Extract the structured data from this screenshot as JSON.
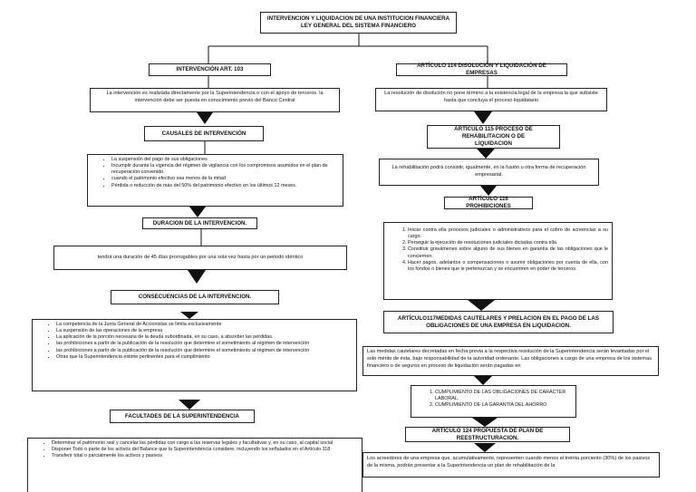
{
  "title": {
    "line1": "INTERVENCION Y LIQUIDACION DE UNA INSTITUCION FINANCIERA",
    "line2": "LEY GENERAL DEL SISTEMA FINANCIERO"
  },
  "left": {
    "h1": "INTERVENCIÓN ART. 103",
    "t1": "La intervención es realizada directamente por la Superintendencia o con el apoyo de terceros. la intervención debe ser puesta en conocimiento previo del Banco Central",
    "h2": "CAUSALES DE INTERVENCIÓN",
    "causales": [
      "La suspensión del pago de sus obligaciones",
      "Incumplir durante la vigencia del régimen de vigilancia con los compromisos asumidos en el plan de recuperación convenido.",
      "cuando el patrimonio efectivo sea menos de la mitad",
      "Pérdida o reducción de más del 50% del patrimonio efectivo en los últimos 12 meses."
    ],
    "h3": "DURACION DE LA INTERVENCION.",
    "t3": "tendrá una duración de 45 días prorrogables por una sola vez hasta por un periodo idéntico",
    "h4": "CONSECUENCIAS DE LA INTERVENCION.",
    "consecuencias": [
      "La competencia de la Junta General de Accionistas se limita exclusivamente",
      "La suspensión de las operaciones de la empresa",
      "La aplicación de la porción necesaria de la deuda subordinada, en su caso, a absorber las pérdidas.",
      "las prohibiciones a partir de la publicación de la resolución que determine el sometimiento al régimen de intervención",
      "las prohibiciones a partir de la publicación de la resolución que determine el sometimiento al régimen de intervención",
      "Otras que la Superintendencia estime pertinentes para el cumplimiento"
    ],
    "h5": "FACULTADES DE LA SUPERINTENDENCIA",
    "facultades": [
      "Determinar el patrimonio real y cancelar las pérdidas con cargo a las reservas legales y facultativas y, en su caso, al capital social",
      "Disponer Todo o parte de los activos del Balance que la Superintendencia considere, incluyendo los señalados en el Artículo 118",
      "Transferir total o parcialmente los activos y pasivos"
    ]
  },
  "right": {
    "h1": "ARTÍCULO 114 DISOLUCIÓN Y LIQUIDACIÓN DE EMPRESAS",
    "t1": "La resolución de disolución no pone término a la existencia legal de la empresa la que subsiste hasta que concluya el proceso liquidatario",
    "h2_line1": "ARTÍCULO 115 PROCESO DE REHABILITACION O DE",
    "h2_line2": "LIQUIDACION",
    "t2": "La rehabilitación podrá consistir, igualmente, en la fusión u otra forma de recuperación empresarial.",
    "h3": "ARTÍCULO 116 PROHIBICIONES",
    "prohibiciones": [
      "Iniciar contra ella procesos judiciales o administrativos para el cobro de acreencias a su cargo.",
      "Perseguir la ejecución de resoluciones judiciales dictadas contra ella.",
      "Constituir gravámenes sobre alguno de sus bienes en garantía de las obligaciones que le conciernen.",
      "Hacer pagos, adelantos o compensaciones o asumir obligaciones por cuenta de ella, con los fondos o bienes que le pertenezcan y se encuentren en poder de terceros."
    ],
    "h4_line1": "ARTÍCULO117MEDIDAS CAUTELARES Y PRELACION EN EL PAGO DE LAS",
    "h4_line2": "OBLIGACIONES DE UNA EMPRESA EN LIQUIDACION.",
    "t4": "Las medidas cautelares decretadas en fecha previa a la respectiva resolución de la Superintendencia serán levantadas por el solo mérito de ésta, bajo responsabilidad de la autoridad ordenante. Las obligaciones a cargo de una empresa de los sistemas financiero o de seguros en proceso de liquidación serán pagadas en",
    "prelacion": [
      "CUMPLIMIENTO DE LAS OBLIGACIONES DE CARÁCTER LABORAL.",
      "CUMPLIMIENTO DE LA GARANTIA DEL AHORRO"
    ],
    "h5": "ARTÍCULO 124 PROPUESTA DE PLAN DE REESTRUCTURACION.",
    "t5": "Los acreedores de una empresa que, acumulativamente, representen cuando menos el treinta porciento (30%) de los pasivos de la misma, podrán presentar a la Superintendencia un plan de rehabilitación de la"
  }
}
